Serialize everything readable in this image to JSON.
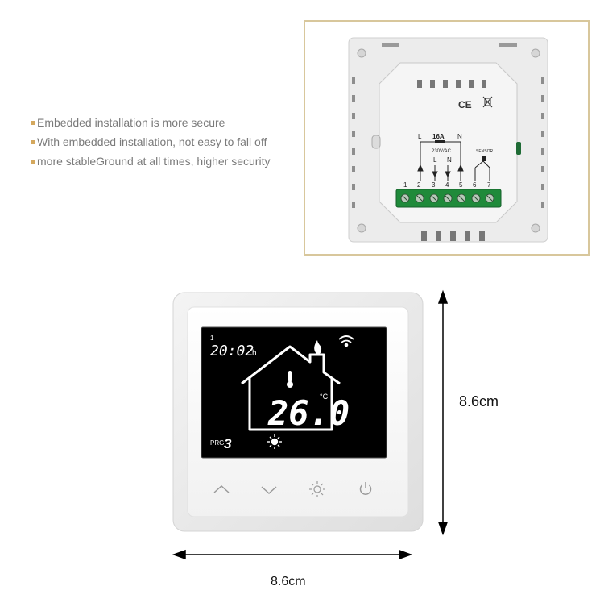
{
  "features": [
    "Embedded installation is more secure",
    "With embedded installation, not easy to fall off",
    "more stableGround at all times, higher security"
  ],
  "back_panel": {
    "rating": "16A",
    "live": "L",
    "neutral": "N",
    "voltage": "230V/AC",
    "sensor": "SENSOR",
    "input_l": "L",
    "input_n": "N",
    "terminals": [
      "1",
      "2",
      "3",
      "4",
      "5",
      "6",
      "7"
    ],
    "ce_mark": "CE"
  },
  "display": {
    "clock_day": "1",
    "clock": "20:02",
    "clock_unit": "h",
    "temperature": "26.0",
    "unit": "°C",
    "program_label": "PRG",
    "program": "3"
  },
  "dimensions": {
    "height": "8.6cm",
    "width": "8.6cm"
  },
  "colors": {
    "bullet": "#d4a85e",
    "frame": "#d8c79c",
    "terminal": "#1f8a3a",
    "screen": "#000000"
  }
}
